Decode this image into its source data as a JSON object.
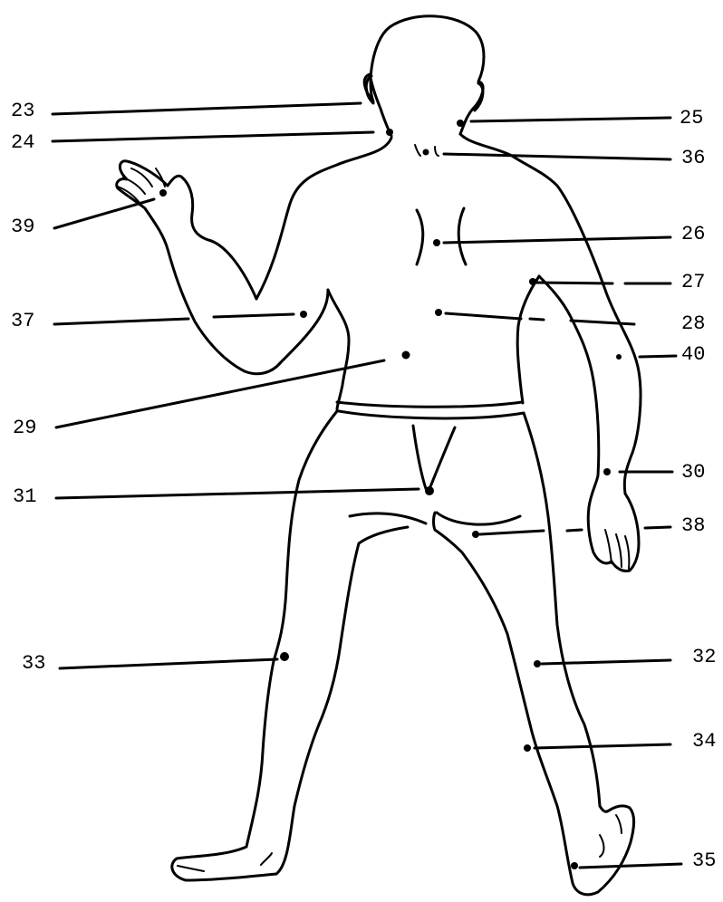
{
  "diagram": {
    "labels": {
      "p23": "23",
      "p24": "24",
      "p25": "25",
      "p36": "36",
      "p39": "39",
      "p26": "26",
      "p27": "27",
      "p37": "37",
      "p28": "28",
      "p40": "40",
      "p29": "29",
      "p30": "30",
      "p31": "31",
      "p38": "38",
      "p33": "33",
      "p32": "32",
      "p34": "34",
      "p35": "35"
    }
  }
}
